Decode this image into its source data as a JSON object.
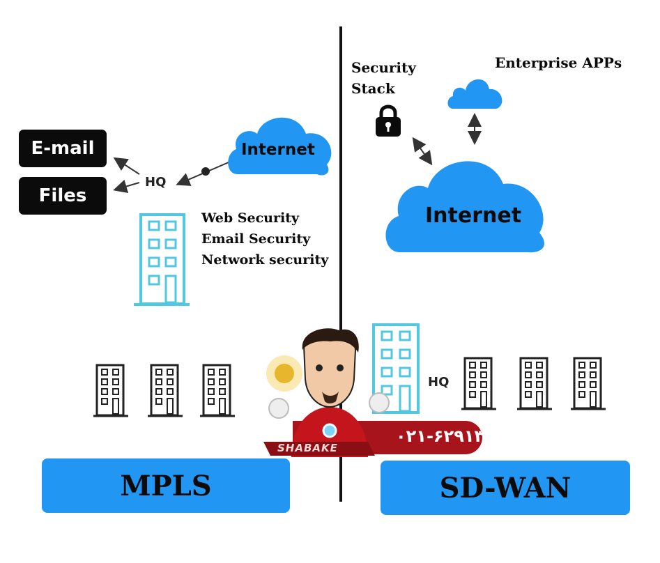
{
  "mpls": {
    "labels": [
      "E-mail",
      "Files"
    ],
    "hq_label": "HQ",
    "cloud_label": "Internet",
    "security_list": [
      "Web Security",
      "Email Security",
      "Network security"
    ],
    "title": "MPLS"
  },
  "sdwan": {
    "security_stack_lines": [
      "Security",
      "Stack"
    ],
    "enterprise_apps": "Enterprise APPs",
    "cloud_label": "Internet",
    "hq_label": "HQ",
    "title": "SD-WAN"
  },
  "watermark": {
    "brand_text": "SHABAKE",
    "phone": "۰۲۱-۶۲۹۱۳"
  },
  "colors": {
    "cloud_blue": "#2196f3",
    "building_cyan": "#4fc8e0",
    "label_black": "#0b0b0b",
    "watermark_red": "#a8141b"
  }
}
